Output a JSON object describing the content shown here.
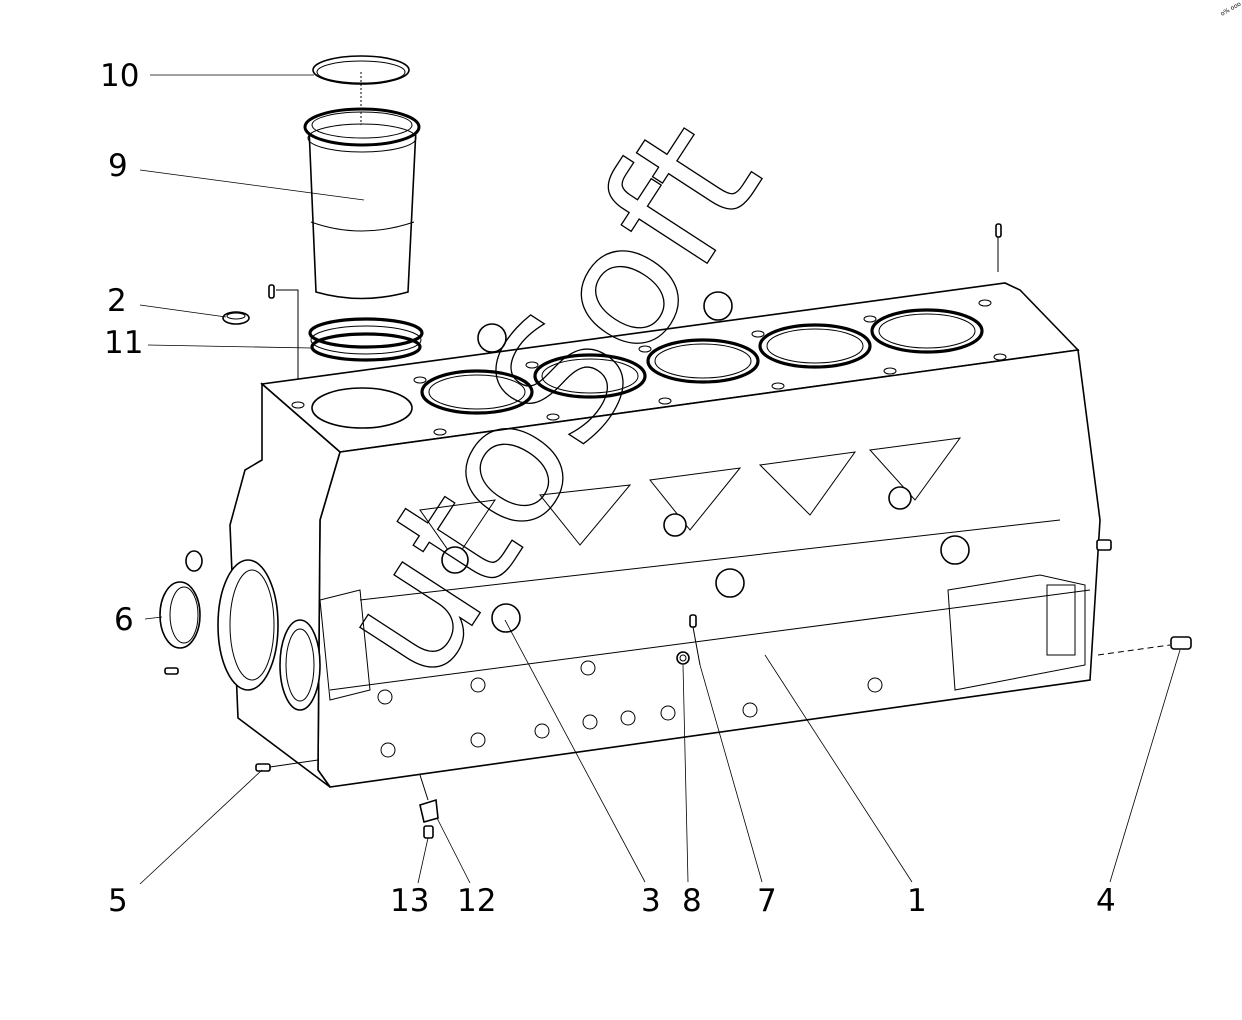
{
  "watermark": "utoSoft",
  "corner_mark": "o% ooo",
  "callouts": [
    {
      "id": "10",
      "label": "10"
    },
    {
      "id": "9",
      "label": "9"
    },
    {
      "id": "2",
      "label": "2"
    },
    {
      "id": "11",
      "label": "11"
    },
    {
      "id": "6",
      "label": "6"
    },
    {
      "id": "5",
      "label": "5"
    },
    {
      "id": "13",
      "label": "13"
    },
    {
      "id": "12",
      "label": "12"
    },
    {
      "id": "3",
      "label": "3"
    },
    {
      "id": "8",
      "label": "8"
    },
    {
      "id": "7",
      "label": "7"
    },
    {
      "id": "1",
      "label": "1"
    },
    {
      "id": "4",
      "label": "4"
    }
  ]
}
